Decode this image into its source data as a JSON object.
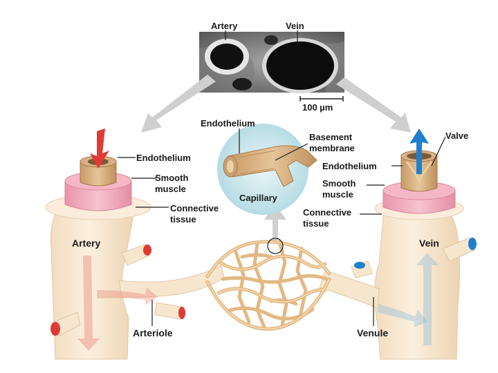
{
  "micrograph": {
    "artery_label": "Artery",
    "vein_label": "Vein",
    "scale_bar": "100 µm"
  },
  "capillary_inset": {
    "title": "Capillary",
    "endothelium": "Endothelium",
    "basement_line1": "Basement",
    "basement_line2": "membrane"
  },
  "artery_layers": {
    "endothelium": "Endothelium",
    "smooth_line1": "Smooth",
    "smooth_line2": "muscle",
    "connective_line1": "Connective",
    "connective_line2": "tissue"
  },
  "vein_layers": {
    "valve": "Valve",
    "endothelium": "Endothelium",
    "smooth_line1": "Smooth",
    "smooth_line2": "muscle",
    "connective_line1": "Connective",
    "connective_line2": "tissue"
  },
  "vessels": {
    "artery": "Artery",
    "vein": "Vein",
    "arteriole": "Arteriole",
    "venule": "Venule"
  },
  "colors": {
    "oxygenated_blood": "#e03a35",
    "deoxygenated_blood": "#1e7fd0",
    "vessel_wall": "#f6e6cd",
    "smooth_muscle": "#f0aebd",
    "capillary_network": "#edc59a"
  }
}
